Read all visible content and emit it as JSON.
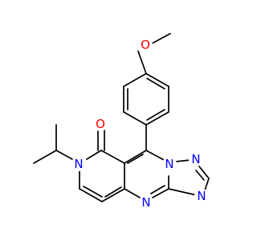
{
  "molecule": {
    "atoms": {
      "o_methoxy": "O",
      "o_carbonyl": "O",
      "n_amide": "N",
      "n_triazole_1": "N",
      "n_triazole_2": "N",
      "n_triazole_3": "N",
      "n_pyrimidine": "N"
    }
  },
  "colors": {
    "bond": "#000000",
    "oxygen": "#ff0000",
    "nitrogen": "#0000ff",
    "background": "#ffffff"
  }
}
